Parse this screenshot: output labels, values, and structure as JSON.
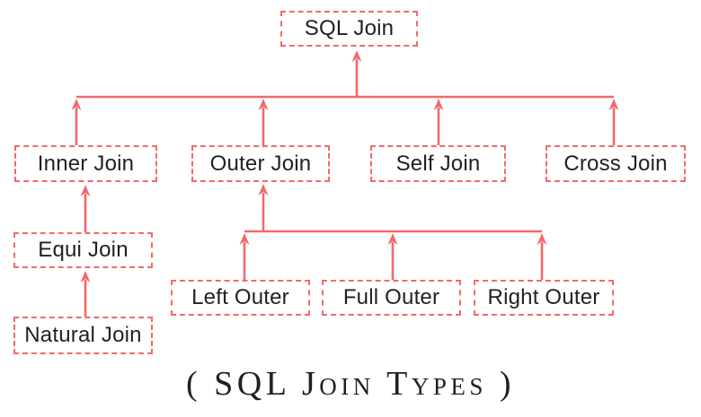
{
  "diagram": {
    "caption": "( SQL Join Types )",
    "nodes": {
      "sql_join": {
        "label": "SQL Join"
      },
      "inner_join": {
        "label": "Inner Join"
      },
      "outer_join": {
        "label": "Outer Join"
      },
      "self_join": {
        "label": "Self Join"
      },
      "cross_join": {
        "label": "Cross Join"
      },
      "equi_join": {
        "label": "Equi Join"
      },
      "natural_join": {
        "label": "Natural Join"
      },
      "left_outer": {
        "label": "Left Outer"
      },
      "full_outer": {
        "label": "Full Outer"
      },
      "right_outer": {
        "label": "Right Outer"
      }
    },
    "edges": [
      {
        "from": "Inner Join",
        "to": "SQL Join"
      },
      {
        "from": "Outer Join",
        "to": "SQL Join"
      },
      {
        "from": "Self Join",
        "to": "SQL Join"
      },
      {
        "from": "Cross Join",
        "to": "SQL Join"
      },
      {
        "from": "Equi Join",
        "to": "Inner Join"
      },
      {
        "from": "Natural Join",
        "to": "Equi Join"
      },
      {
        "from": "Left Outer",
        "to": "Outer Join"
      },
      {
        "from": "Full Outer",
        "to": "Outer Join"
      },
      {
        "from": "Right Outer",
        "to": "Outer Join"
      }
    ],
    "arrow_direction": "up",
    "colors": {
      "accent": "#f4686b",
      "text": "#231f20",
      "background": "#ffffff"
    }
  }
}
